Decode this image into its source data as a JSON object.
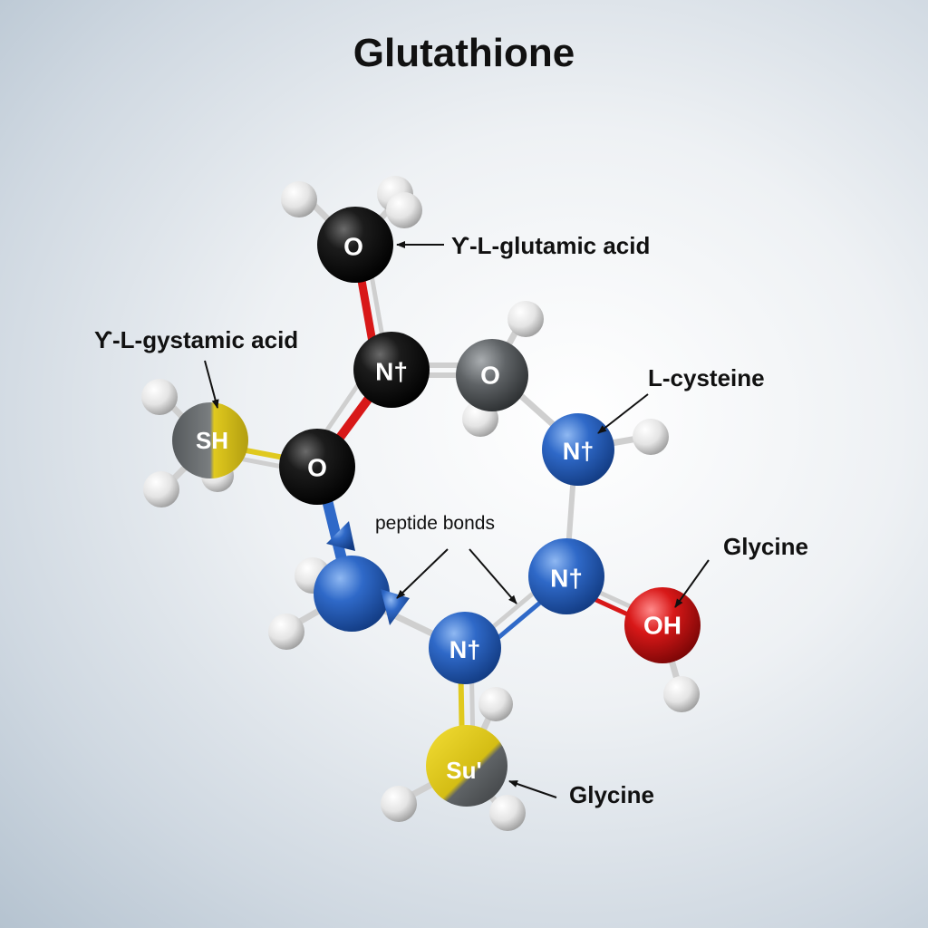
{
  "title": "Glutathione",
  "annotations": {
    "glutamic_acid": "ϒ-L-glutamic acid",
    "gystamic_acid": "ϒ-L-gystamic acid",
    "cysteine": "L-cysteine",
    "peptide_bonds": "peptide bonds",
    "glycine_right": "Glycine",
    "glycine_bottom": "Glycine"
  },
  "atoms": {
    "o_top": "O",
    "n_top": "N†",
    "o_gray": "O",
    "sh": "SH",
    "o_left": "O",
    "n_right_upper": "N†",
    "n_right_lower": "N†",
    "oh": "OH",
    "n_bottom": "N†",
    "su": "Su'"
  },
  "colors": {
    "carbon": "#111111",
    "oxygen": "#d81818",
    "nitrogen": "#2f69c8",
    "sulfur": "#e0c91e",
    "gray_carbon": "#5f6366",
    "hydrogen": "#e9e9e9"
  }
}
